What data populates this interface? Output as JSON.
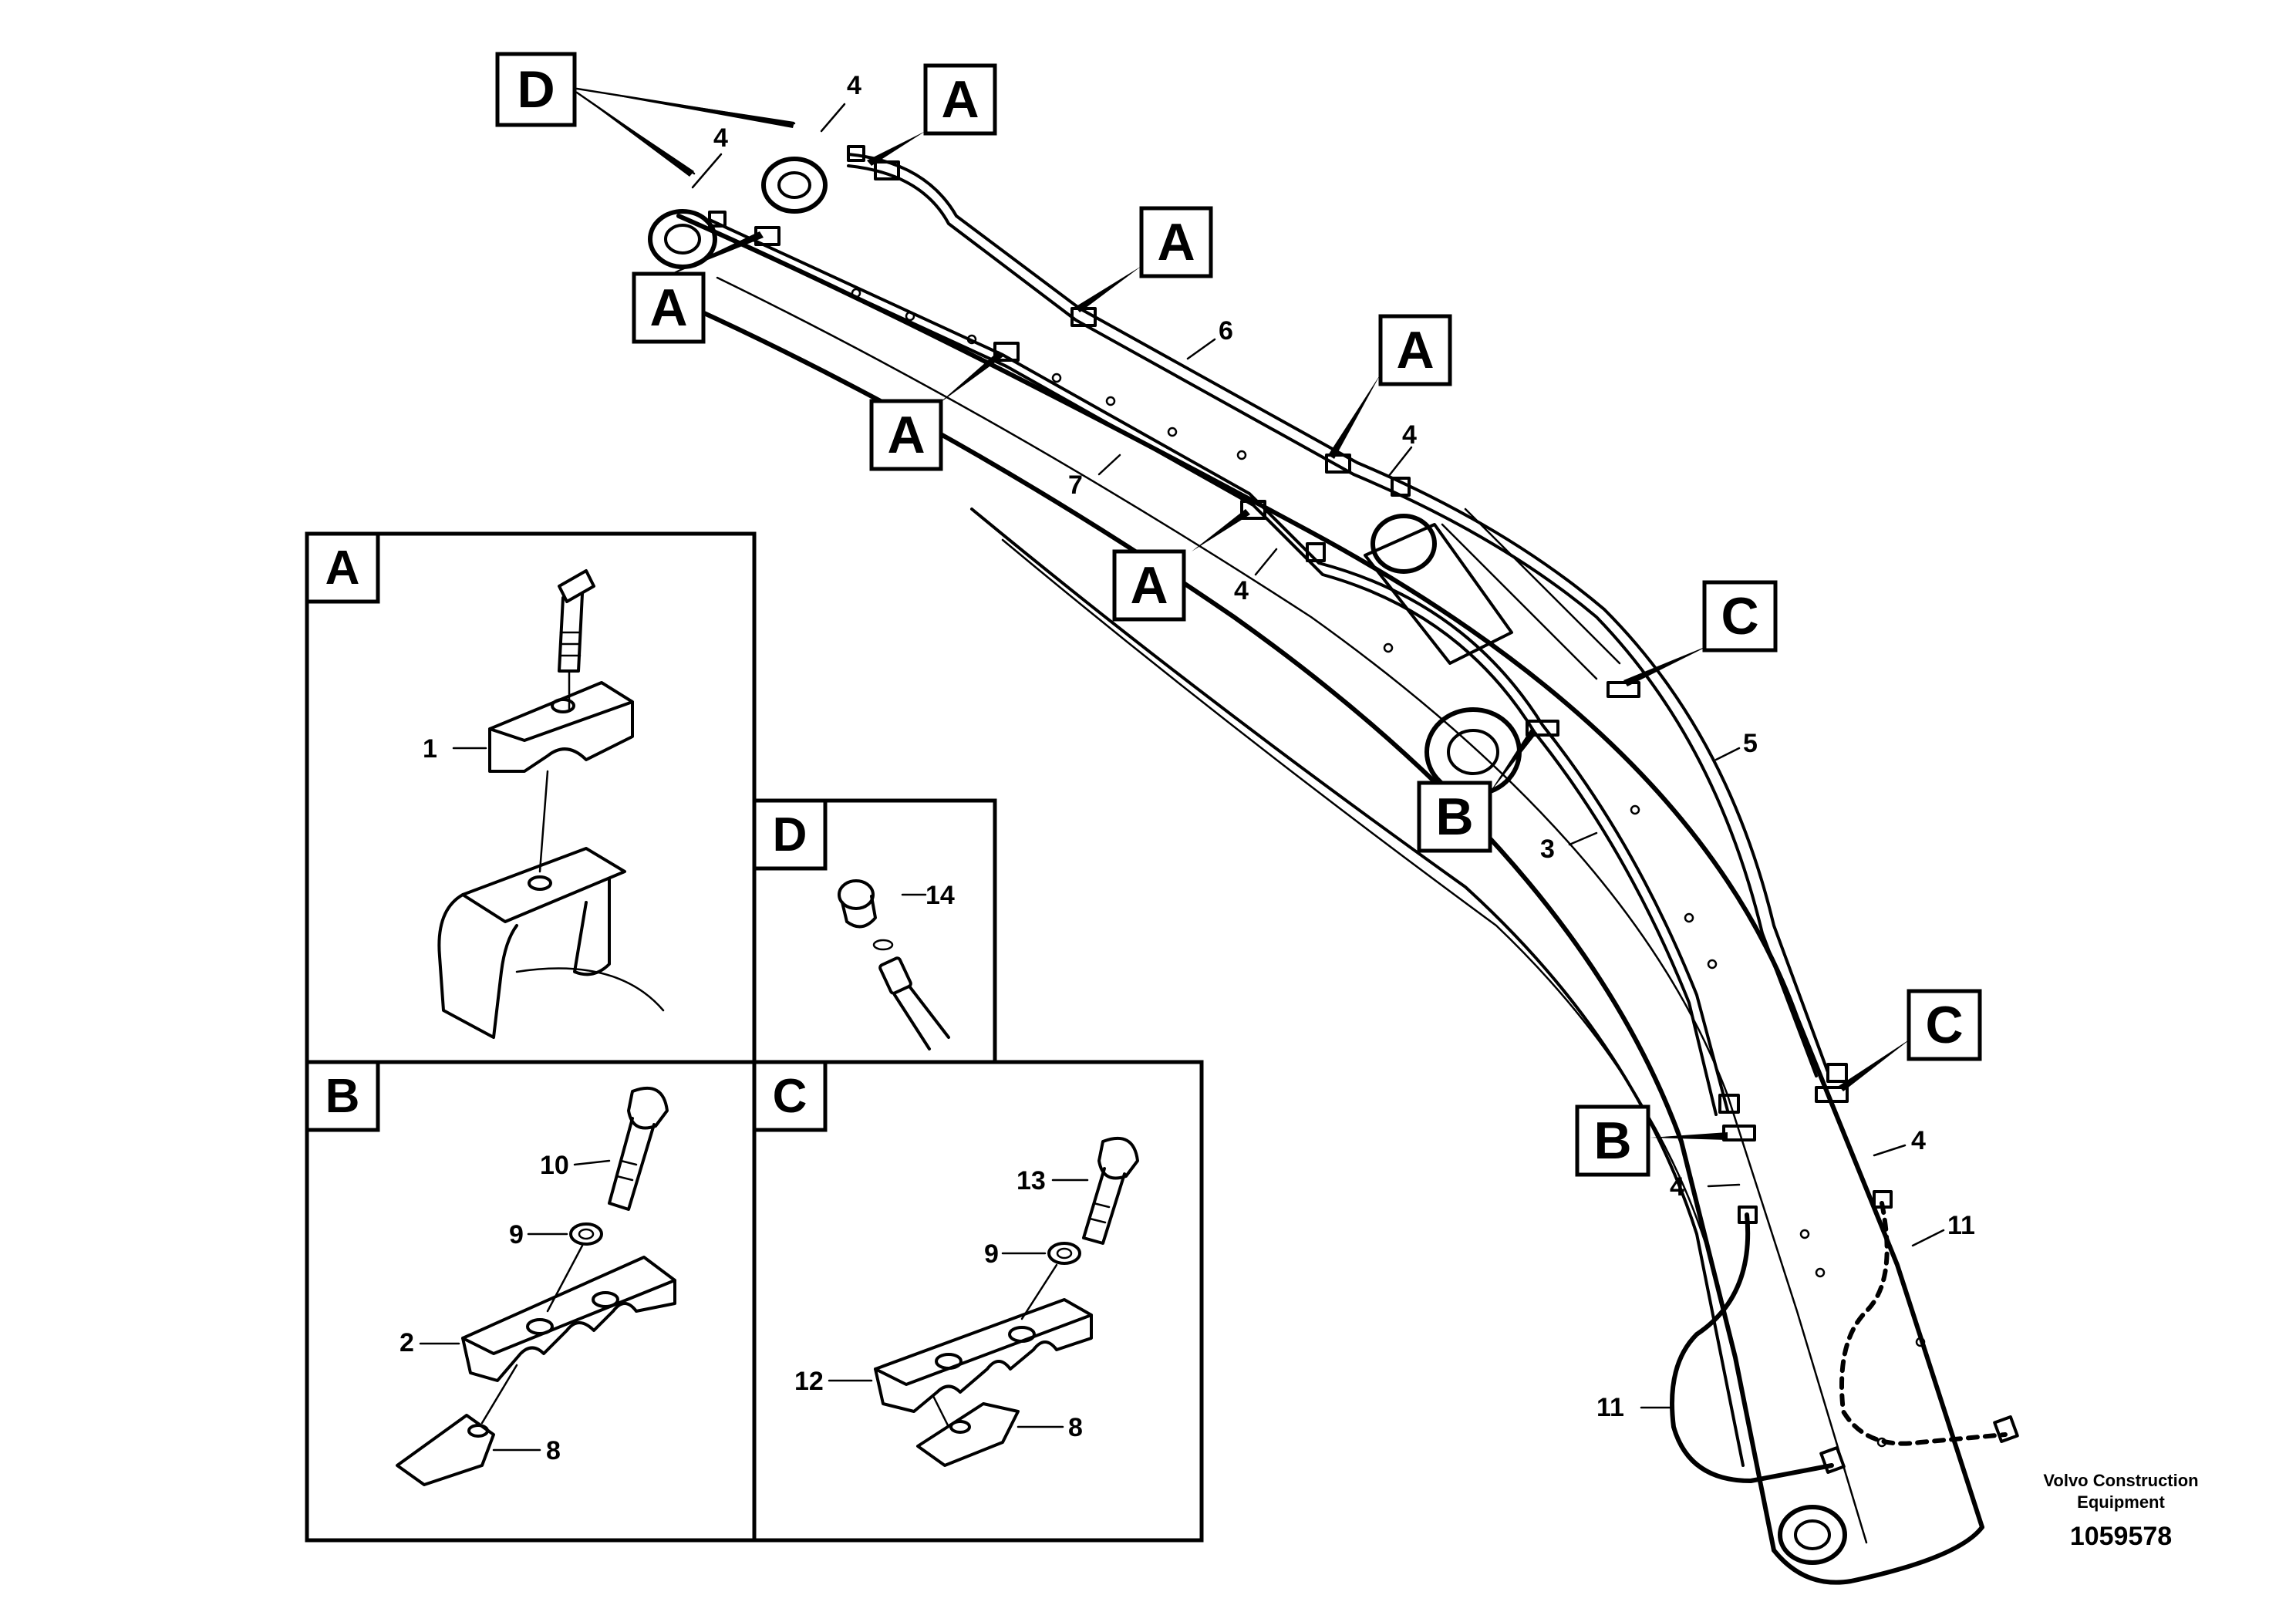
{
  "callouts": {
    "a": "A",
    "b": "B",
    "c": "C",
    "d": "D"
  },
  "detail_titles": {
    "a": "A",
    "b": "B",
    "c": "C",
    "d": "D"
  },
  "parts": {
    "p1": "1",
    "p2": "2",
    "p3": "3",
    "p4": "4",
    "p5": "5",
    "p6": "6",
    "p7": "7",
    "p8": "8",
    "p9": "9",
    "p10": "10",
    "p11": "11",
    "p12": "12",
    "p13": "13",
    "p14": "14"
  },
  "footer": {
    "brand_line1": "Volvo Construction",
    "brand_line2": "Equipment",
    "doc_number": "1059578"
  }
}
